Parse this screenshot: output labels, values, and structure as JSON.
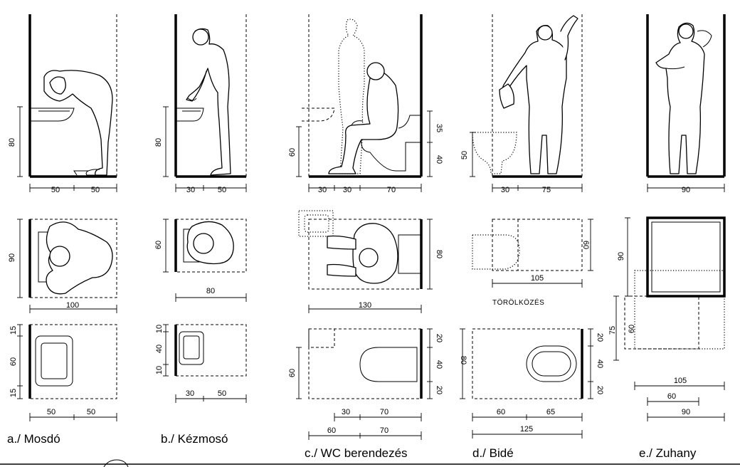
{
  "captions": {
    "a": "a./ Mosdó",
    "b": "b./ Kézmosó",
    "c": "c./ WC berendezés",
    "d": "d./ Bidé",
    "e": "e./ Zuhany"
  },
  "towel_label": "TÖRÖLKÖZÉS",
  "dims": {
    "a_el_h": "80",
    "a_el_w1": "50",
    "a_el_w2": "50",
    "a_pl_h": "90",
    "a_pl_w": "100",
    "a_sp_h1": "15",
    "a_sp_h2": "60",
    "a_sp_h3": "15",
    "a_sp_w1": "50",
    "a_sp_w2": "50",
    "b_el_h": "80",
    "b_el_w1": "30",
    "b_el_w2": "50",
    "b_pl_h": "60",
    "b_pl_w": "80",
    "b_sp_h1": "10",
    "b_sp_h2": "40",
    "b_sp_h3": "10",
    "b_sp_w1": "30",
    "b_sp_w2": "50",
    "c_el_h1": "60",
    "c_el_h2": "35",
    "c_el_h3": "40",
    "c_el_w1": "30",
    "c_el_w2": "30",
    "c_el_w3": "70",
    "c_pl_h": "80",
    "c_pl_w": "130",
    "c_sp_h": "60",
    "c_sp_r1": "20",
    "c_sp_r2": "40",
    "c_sp_r3": "20",
    "c_sp_w1": "30",
    "c_sp_w2": "70",
    "c_sp_w3": "60",
    "c_sp_w4": "70",
    "d_el_h": "50",
    "d_el_w1": "30",
    "d_el_w2": "75",
    "d_pl_h": "60",
    "d_pl_w": "105",
    "d_sp_h": "80",
    "d_sp_r1": "20",
    "d_sp_r2": "40",
    "d_sp_r3": "20",
    "d_sp_w1": "60",
    "d_sp_w2": "65",
    "d_sp_w3": "125",
    "e_el_w": "90",
    "e_pl_h1": "90",
    "e_pl_h2": "75",
    "e_pl_h3": "60",
    "e_pl_w1": "105",
    "e_pl_w2": "60",
    "e_pl_w3": "90"
  }
}
